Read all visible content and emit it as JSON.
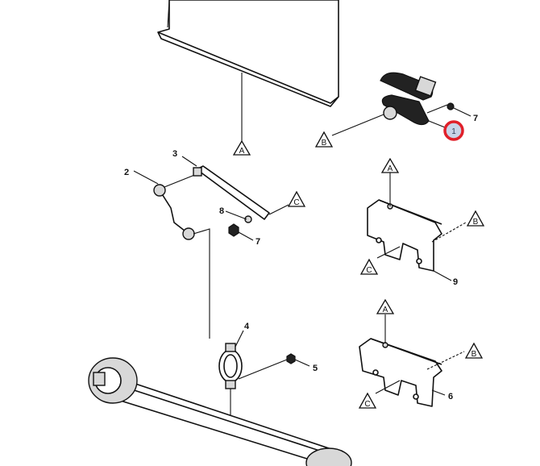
{
  "diagram": {
    "callouts": {
      "c1": "1",
      "c2": "2",
      "c3": "3",
      "c4": "4",
      "c5": "5",
      "c6": "6",
      "c7a": "7",
      "c7b": "7",
      "c8": "8",
      "c9": "9"
    },
    "highlighted_callout": "1",
    "highlight_color": "#e0202a",
    "references": {
      "a1": "A",
      "a2": "A",
      "a3": "A",
      "b1": "B",
      "b2": "B",
      "b3": "B",
      "c1": "C",
      "c2": "C",
      "c3": "C"
    }
  }
}
